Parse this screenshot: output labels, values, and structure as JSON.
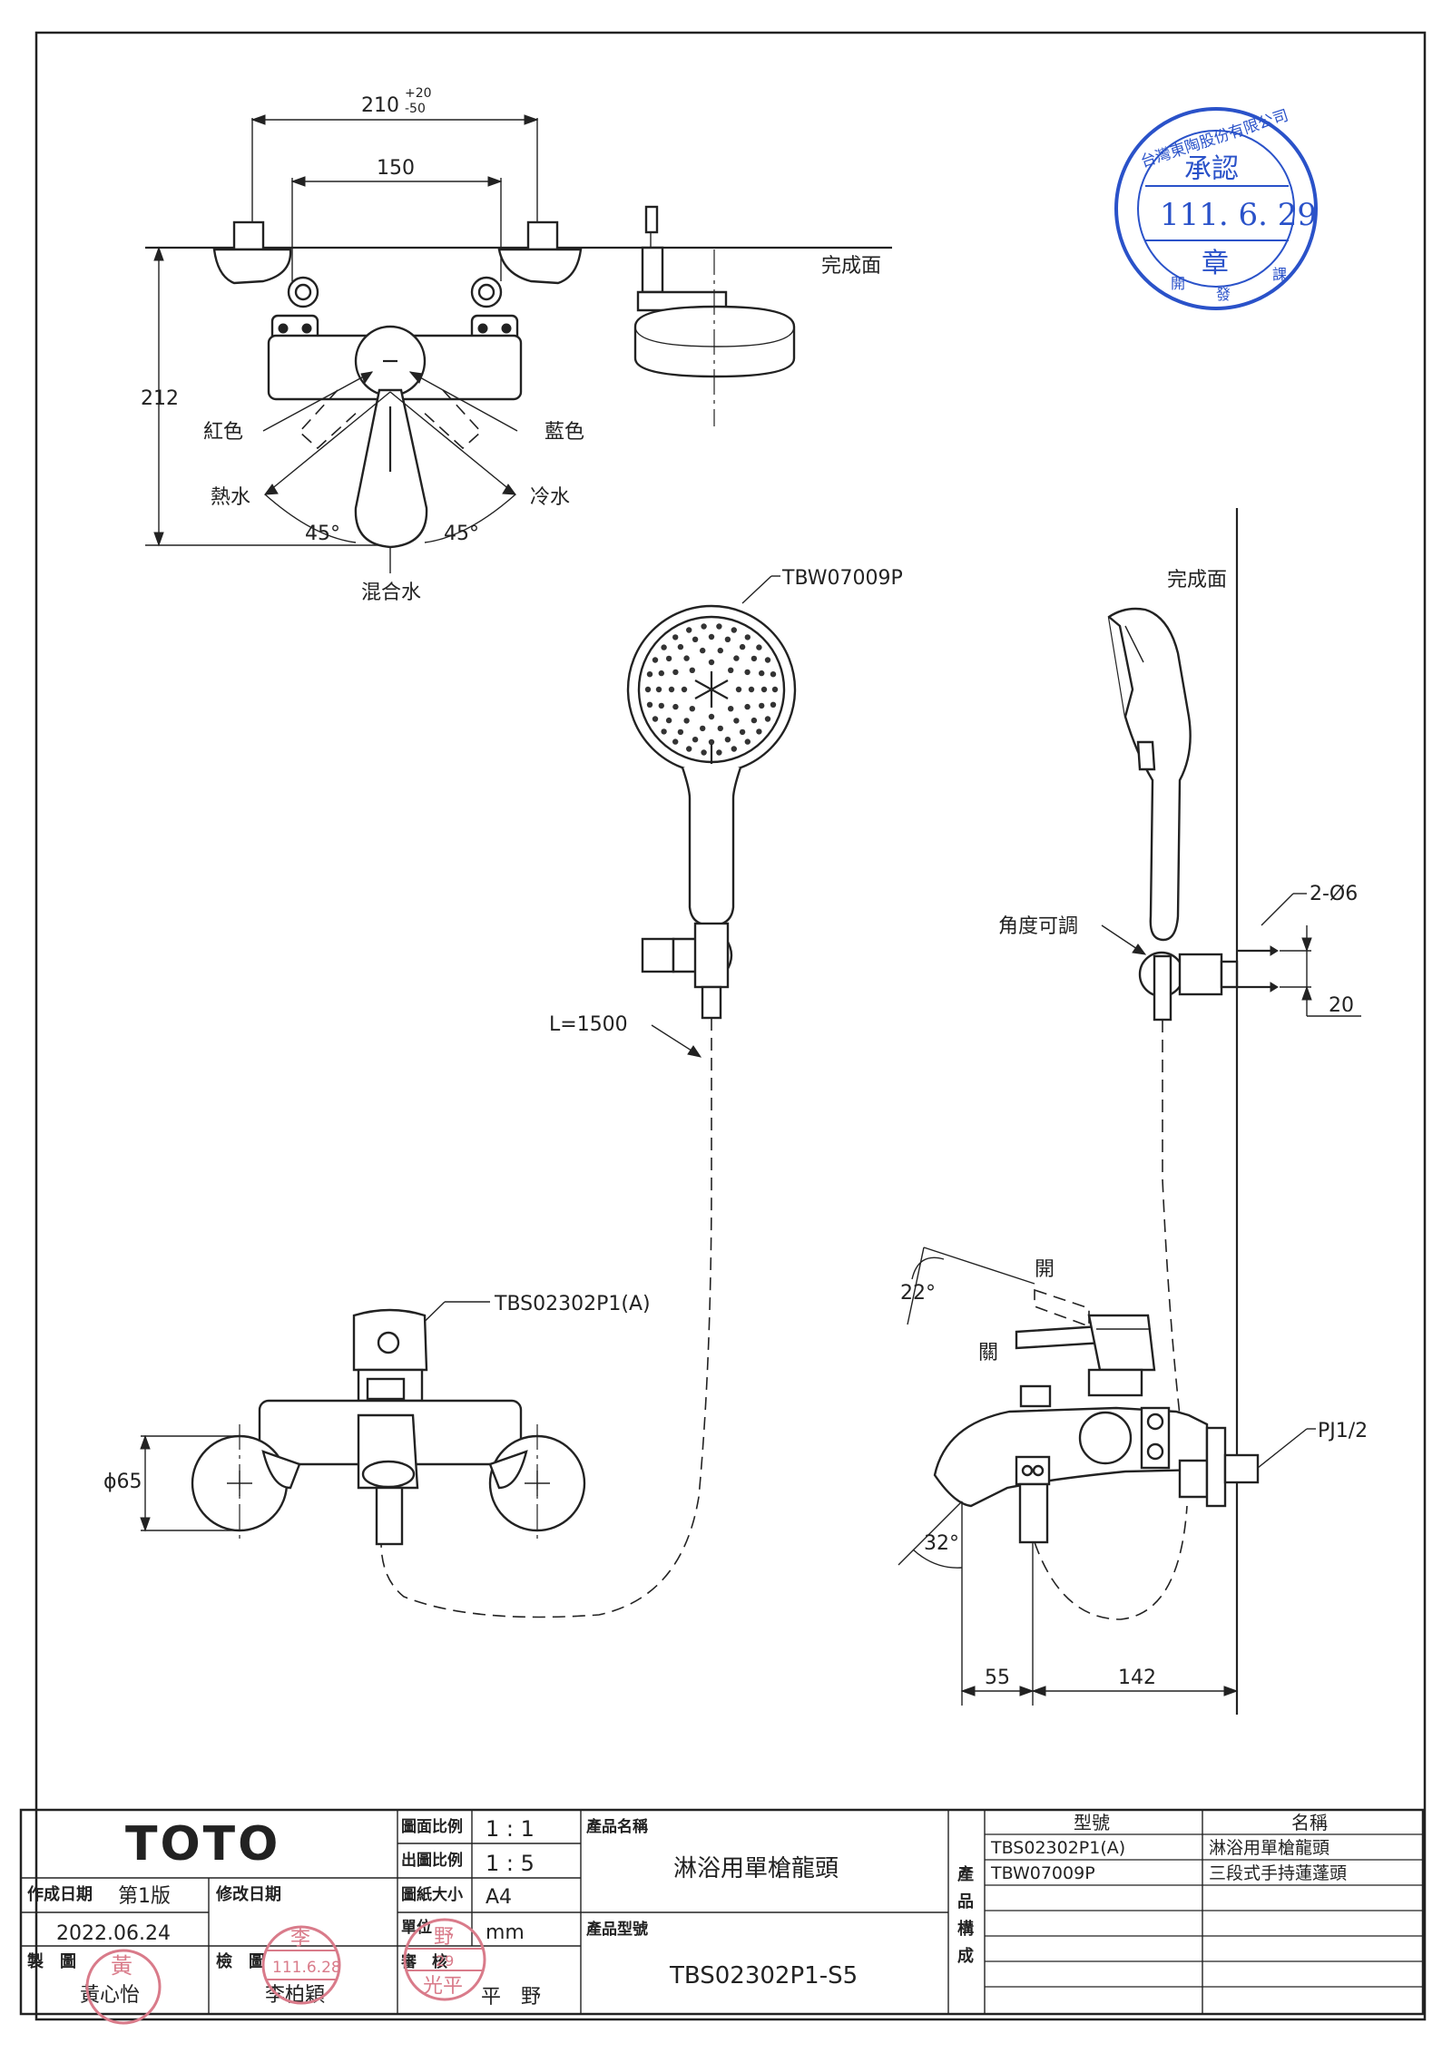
{
  "front_view": {
    "dim_total": "210",
    "dim_tol_plus": "+20",
    "dim_tol_minus": "-50",
    "dim_center": "150",
    "dim_height": "212",
    "surface": "完成面",
    "red": "紅色",
    "blue": "藍色",
    "hot": "熱水",
    "cold": "冷水",
    "angle_left": "45°",
    "angle_right": "45°",
    "mixed": "混合水"
  },
  "shower": {
    "model_label": "TBW07009P",
    "hose_length": "L=1500"
  },
  "side_view": {
    "surface": "完成面",
    "angle_adjust": "角度可調",
    "screws": "2-Ø6",
    "dim_20": "20"
  },
  "faucet_front": {
    "model_label": "TBS02302P1(A)",
    "dia_65": "ϕ65"
  },
  "faucet_side": {
    "angle_22": "22°",
    "open": "開",
    "close": "關",
    "pj": "PJ1/2",
    "angle_32": "32°",
    "dim_55": "55",
    "dim_142": "142"
  },
  "approval_stamp": {
    "org": "台灣東陶股份有限公司",
    "title": "承認",
    "date": "111. 6. 29",
    "seal": "章",
    "dept_a": "開",
    "dept_b": "發",
    "dept_c": "課"
  },
  "title_block": {
    "brand": "TOTO",
    "created_label": "作成日期",
    "edition": "第1版",
    "created_date": "2022.06.24",
    "revised_label": "修改日期",
    "drawn_label": "製　圖",
    "drawn_by": "黃心怡",
    "checked_label": "檢　圖",
    "checked_by": "李柏穎",
    "check_stamp_name": "李",
    "check_stamp_date": "111.6.28",
    "drawn_stamp_name": "黃",
    "scale_drawing_label": "圖面比例",
    "scale_drawing": "1 : 1",
    "scale_output_label": "出圖比例",
    "scale_output": "1 : 5",
    "paper_label": "圖紙大小",
    "paper": "A4",
    "unit_label": "單位",
    "unit": "mm",
    "review_label": "審　核",
    "reviewer": "平　野",
    "review_stamp_top": "野",
    "review_stamp_date": "29",
    "review_stamp_bottom": "光平",
    "product_name_label": "產品名稱",
    "product_name": "淋浴用單槍龍頭",
    "product_model_label": "產品型號",
    "product_model": "TBS02302P1-S5",
    "composition_label": [
      "產",
      "品",
      "構",
      "成"
    ],
    "parts_header_model": "型號",
    "parts_header_name": "名稱",
    "parts": [
      {
        "model": "TBS02302P1(A)",
        "name": "淋浴用單槍龍頭"
      },
      {
        "model": "TBW07009P",
        "name": "三段式手持蓮蓬頭"
      }
    ]
  }
}
